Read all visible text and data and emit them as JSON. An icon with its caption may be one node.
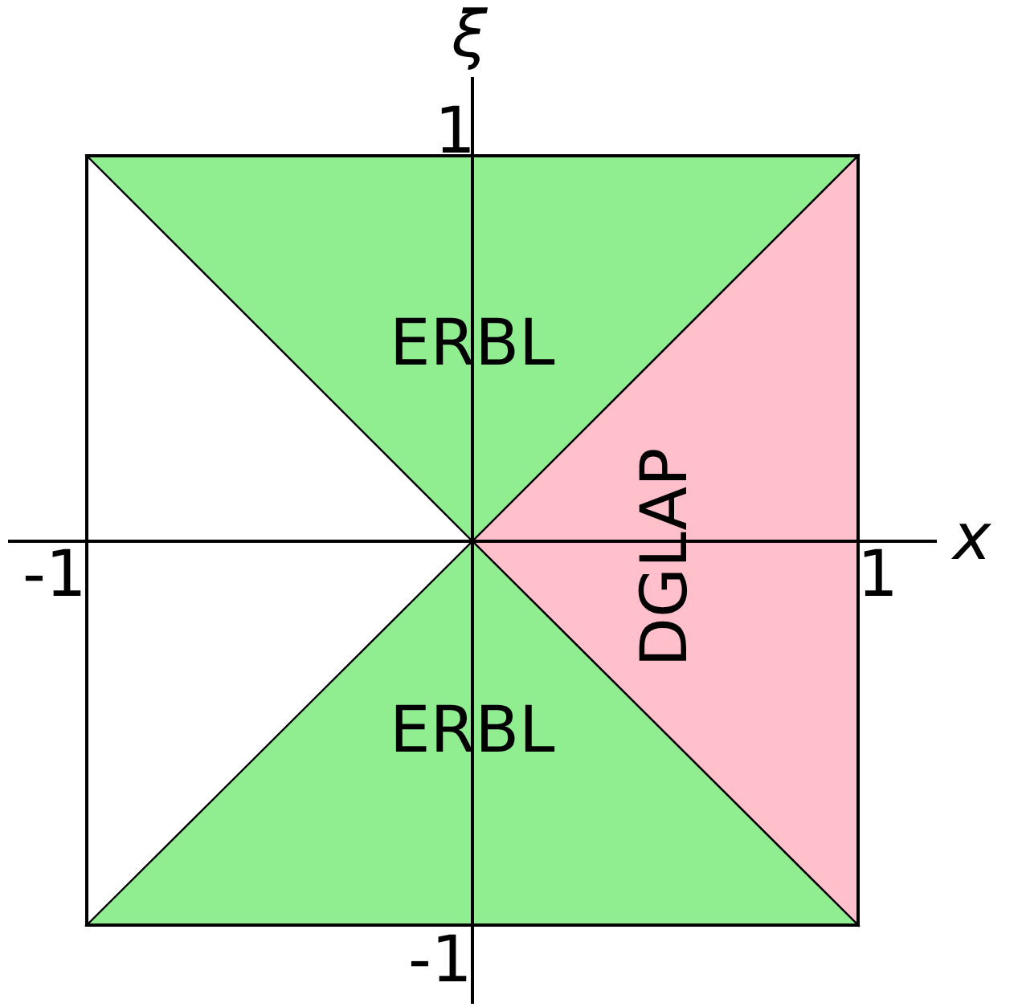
{
  "diagram": {
    "nodes": [
      {
        "text": [
          "ERBL"
        ]
      },
      {
        "text": [
          "DGLAP"
        ]
      },
      {
        "text": [
          "ERBL"
        ]
      }
    ],
    "labels": [
      "ξ",
      "1",
      "x",
      "-1",
      "1",
      "-1"
    ]
  }
}
